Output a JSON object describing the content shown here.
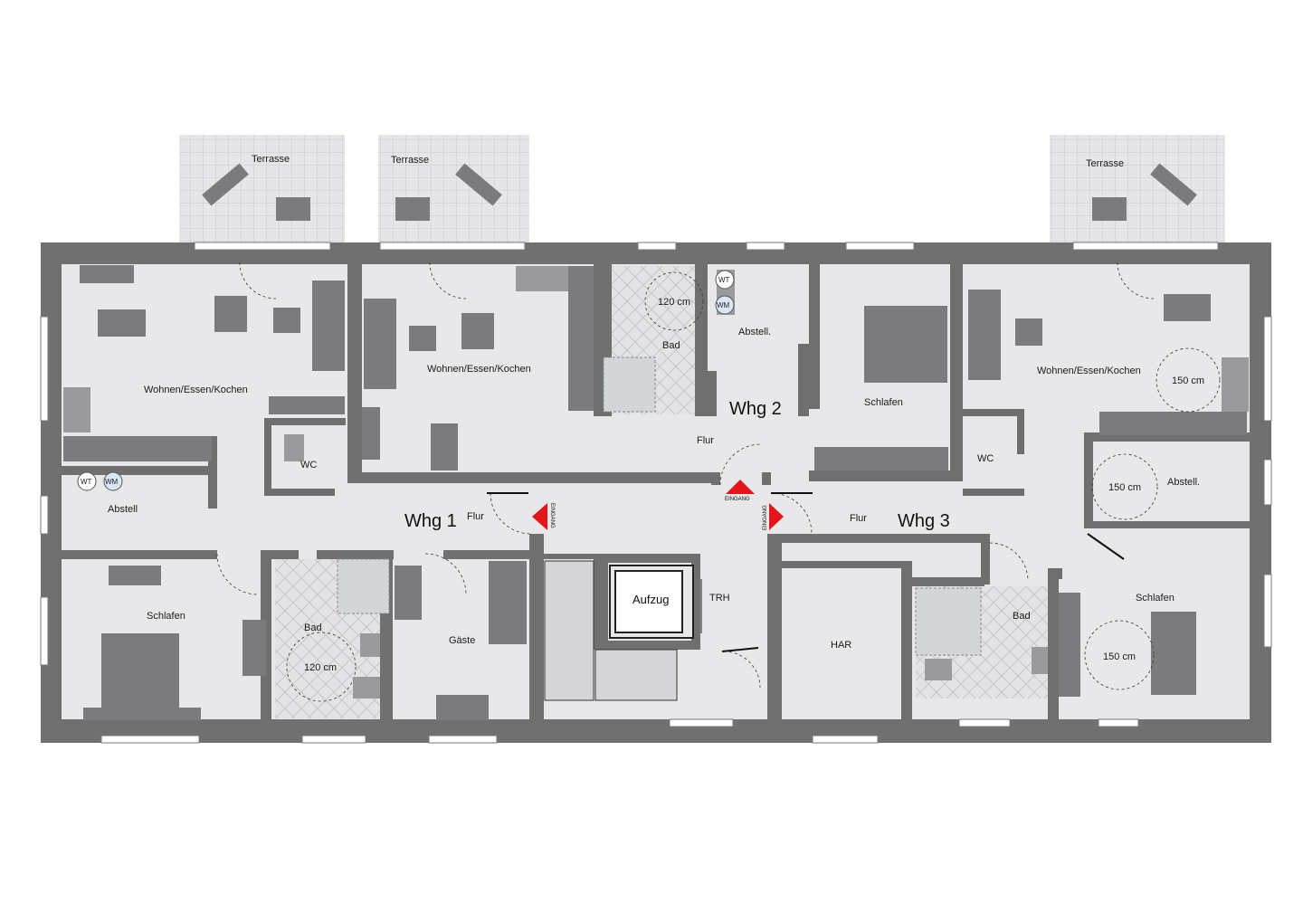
{
  "apartments": {
    "whg1": "Whg 1",
    "whg2": "Whg 2",
    "whg3": "Whg 3"
  },
  "rooms": {
    "terrasse_1": "Terrasse",
    "terrasse_2": "Terrasse",
    "terrasse_3": "Terrasse",
    "wek_1": "Wohnen/Essen/Kochen",
    "wek_2": "Wohnen/Essen/Kochen",
    "wek_3": "Wohnen/Essen/Kochen",
    "bad_2": "Bad",
    "bad_1": "Bad",
    "bad_3": "Bad",
    "abstell_2": "Abstell.",
    "abstell_1": "Abstell",
    "abstell_3": "Abstell.",
    "schlafen_2": "Schlafen",
    "schlafen_1": "Schlafen",
    "schlafen_3": "Schlafen",
    "wc_1": "WC",
    "wc_3": "WC",
    "flur_1": "Flur",
    "flur_2": "Flur",
    "flur_3": "Flur",
    "gaeste": "Gäste",
    "har": "HAR",
    "aufzug": "Aufzug",
    "trh": "TRH"
  },
  "dimensions": {
    "bad2_shower": "120 cm",
    "bad1_shower": "120 cm",
    "wek3_turn": "150 cm",
    "abstell3_turn": "150 cm",
    "schlafen3_turn": "150 cm"
  },
  "appliances": {
    "wt": "WT",
    "wm": "WM"
  },
  "entrances": {
    "label": "EINGANG",
    "color": "#e3151a"
  },
  "colors": {
    "walls": "#707070",
    "floor": "#e8e8ea",
    "furniture": "#7b7b7d",
    "terrace_grid": "#cfcfd1"
  }
}
